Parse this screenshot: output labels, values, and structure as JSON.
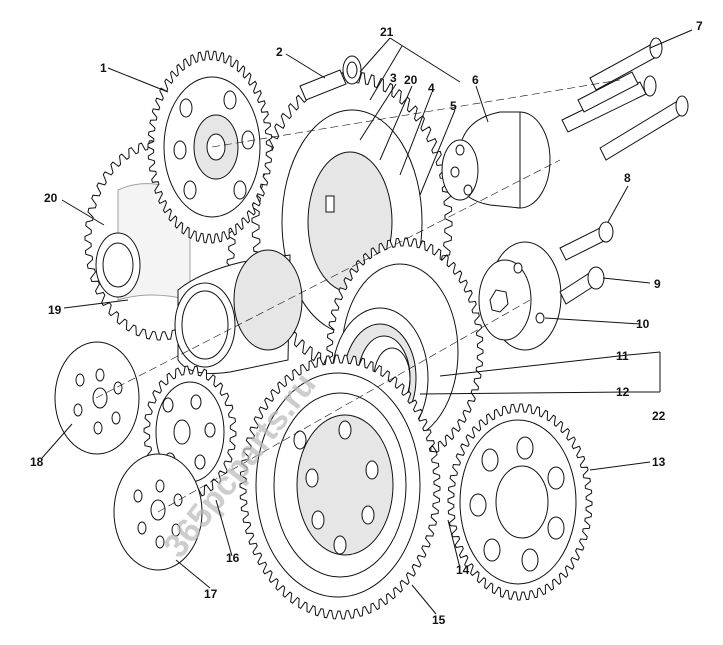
{
  "diagram": {
    "callouts": [
      "1",
      "2",
      "3",
      "4",
      "5",
      "6",
      "7",
      "8",
      "9",
      "10",
      "11",
      "12",
      "13",
      "14",
      "15",
      "16",
      "17",
      "18",
      "19",
      "20",
      "20",
      "21",
      "22"
    ],
    "watermark": "365pcparts.ru"
  },
  "colors": {
    "line": "#111111",
    "background": "#ffffff",
    "watermark": "#b9b9b9"
  }
}
